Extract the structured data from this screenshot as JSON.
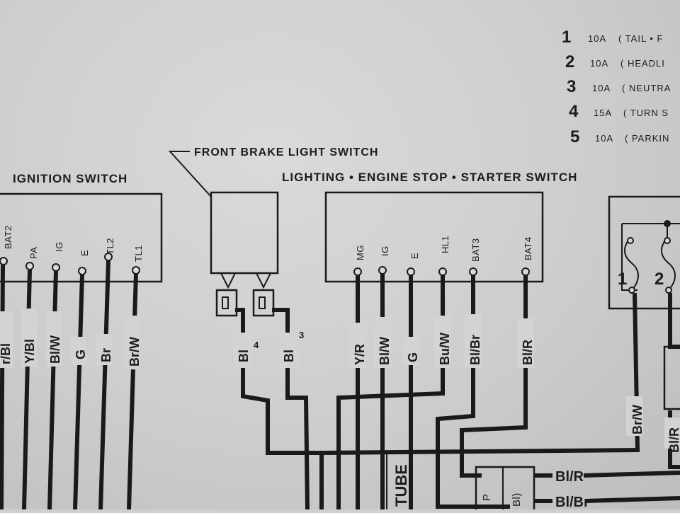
{
  "fuse_list": [
    {
      "num": "1",
      "rating": "10A",
      "desc": "( TAIL • F"
    },
    {
      "num": "2",
      "rating": "10A",
      "desc": "( HEADLI"
    },
    {
      "num": "3",
      "rating": "10A",
      "desc": "( NEUTRA"
    },
    {
      "num": "4",
      "rating": "15A",
      "desc": "( TURN S"
    },
    {
      "num": "5",
      "rating": "10A",
      "desc": "( PARKIN"
    }
  ],
  "front_brake": {
    "title": "FRONT BRAKE LIGHT SWITCH",
    "wire_left": "Bl",
    "wire_left_num": "4",
    "wire_right": "Bl",
    "wire_right_num": "3"
  },
  "ignition": {
    "title": "IGNITION SWITCH",
    "terminals": [
      "BAT2",
      "PA",
      "IG",
      "E",
      "TL2",
      "TL1"
    ],
    "wires": [
      "r/Bl",
      "Y/Bl",
      "Bl/W",
      "G",
      "Br",
      "Br/W"
    ]
  },
  "lighting": {
    "title": "LIGHTING • ENGINE STOP • STARTER SWITCH",
    "terminals": [
      "MG",
      "IG",
      "E",
      "HL1",
      "BAT3",
      "BAT4"
    ],
    "wires": [
      "Y/R",
      "Bl/W",
      "G",
      "Bu/W",
      "Bl/Br",
      "Bl/R"
    ]
  },
  "fuse_box": {
    "fuses": [
      "1",
      "2"
    ],
    "wire": "Br/W",
    "wire2": "Bl/R"
  },
  "bottom": {
    "tube": "TUBE",
    "conn_left": "P",
    "conn_mid": "Bl)",
    "wire_a": "Bl/R",
    "wire_b": "Bl/Br"
  }
}
